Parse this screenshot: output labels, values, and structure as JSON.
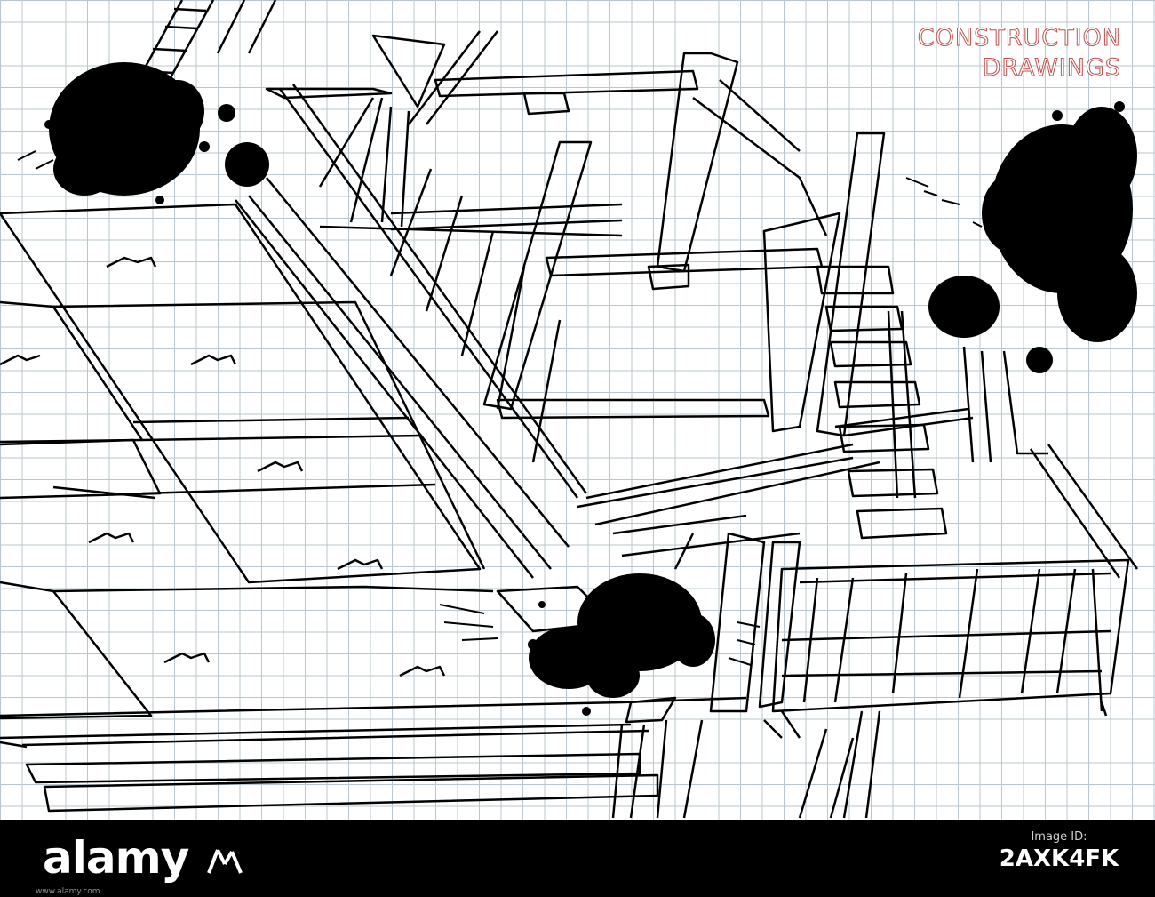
{
  "artwork": {
    "title_line1": "CONSTRUCTION",
    "title_line2": "DRAWINGS",
    "title_color": "#c0504d",
    "grid_color": "#b8c7cf",
    "ink_color": "#000000"
  },
  "footer": {
    "brand": "alamy",
    "brand_mark": "alamy-logo-mark",
    "stock_label": "Image ID:",
    "stock_code": "2AXK4FK",
    "link": "www.alamy.com"
  }
}
